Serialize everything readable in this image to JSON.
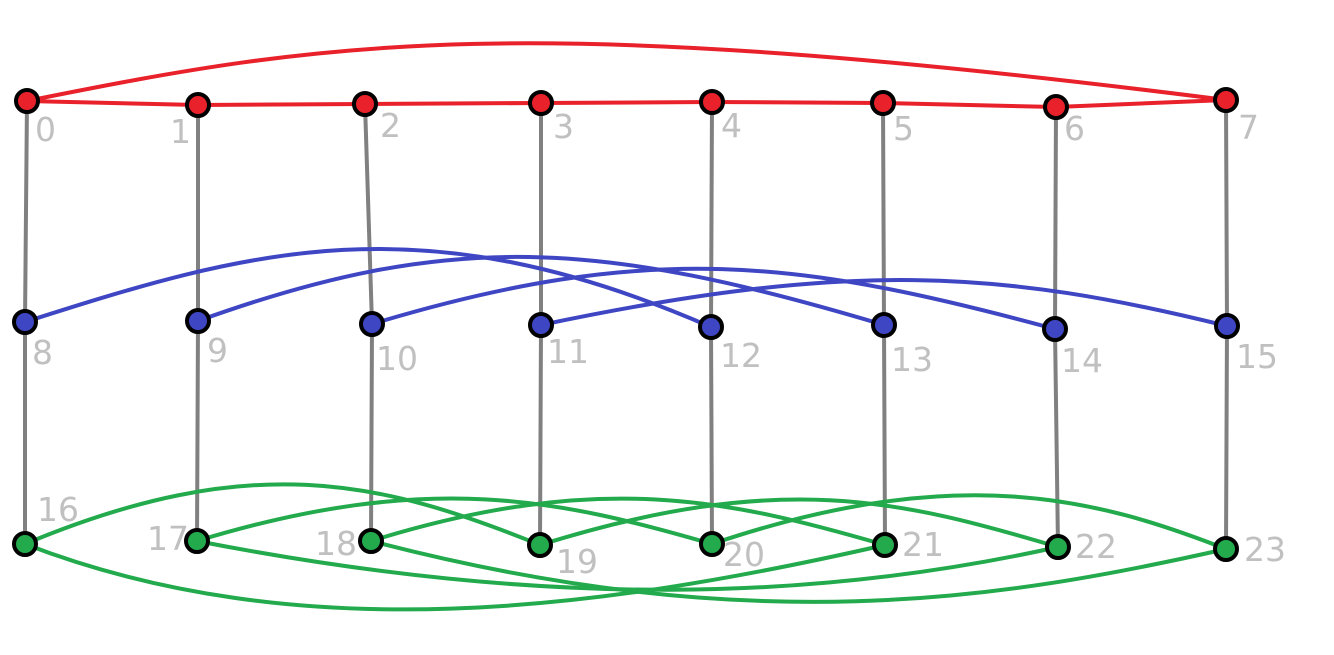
{
  "colors": {
    "red": "#e8212b",
    "blue": "#3f46c4",
    "green": "#22aa4c",
    "gray": "#808080",
    "label": "#c0c0c0"
  },
  "nodes": [
    {
      "id": 0,
      "label": "0",
      "color": "red"
    },
    {
      "id": 1,
      "label": "1",
      "color": "red"
    },
    {
      "id": 2,
      "label": "2",
      "color": "red"
    },
    {
      "id": 3,
      "label": "3",
      "color": "red"
    },
    {
      "id": 4,
      "label": "4",
      "color": "red"
    },
    {
      "id": 5,
      "label": "5",
      "color": "red"
    },
    {
      "id": 6,
      "label": "6",
      "color": "red"
    },
    {
      "id": 7,
      "label": "7",
      "color": "red"
    },
    {
      "id": 8,
      "label": "8",
      "color": "blue"
    },
    {
      "id": 9,
      "label": "9",
      "color": "blue"
    },
    {
      "id": 10,
      "label": "10",
      "color": "blue"
    },
    {
      "id": 11,
      "label": "11",
      "color": "blue"
    },
    {
      "id": 12,
      "label": "12",
      "color": "blue"
    },
    {
      "id": 13,
      "label": "13",
      "color": "blue"
    },
    {
      "id": 14,
      "label": "14",
      "color": "blue"
    },
    {
      "id": 15,
      "label": "15",
      "color": "blue"
    },
    {
      "id": 16,
      "label": "16",
      "color": "green"
    },
    {
      "id": 17,
      "label": "17",
      "color": "green"
    },
    {
      "id": 18,
      "label": "18",
      "color": "green"
    },
    {
      "id": 19,
      "label": "19",
      "color": "green"
    },
    {
      "id": 20,
      "label": "20",
      "color": "green"
    },
    {
      "id": 21,
      "label": "21",
      "color": "green"
    },
    {
      "id": 22,
      "label": "22",
      "color": "green"
    },
    {
      "id": 23,
      "label": "23",
      "color": "green"
    }
  ],
  "edges": [
    {
      "from": 0,
      "to": 1,
      "color": "red"
    },
    {
      "from": 1,
      "to": 2,
      "color": "red"
    },
    {
      "from": 2,
      "to": 3,
      "color": "red"
    },
    {
      "from": 3,
      "to": 4,
      "color": "red"
    },
    {
      "from": 4,
      "to": 5,
      "color": "red"
    },
    {
      "from": 5,
      "to": 6,
      "color": "red"
    },
    {
      "from": 6,
      "to": 7,
      "color": "red"
    },
    {
      "from": 0,
      "to": 7,
      "color": "red"
    },
    {
      "from": 0,
      "to": 8,
      "color": "gray"
    },
    {
      "from": 1,
      "to": 9,
      "color": "gray"
    },
    {
      "from": 2,
      "to": 10,
      "color": "gray"
    },
    {
      "from": 3,
      "to": 11,
      "color": "gray"
    },
    {
      "from": 4,
      "to": 12,
      "color": "gray"
    },
    {
      "from": 5,
      "to": 13,
      "color": "gray"
    },
    {
      "from": 6,
      "to": 14,
      "color": "gray"
    },
    {
      "from": 7,
      "to": 15,
      "color": "gray"
    },
    {
      "from": 8,
      "to": 16,
      "color": "gray"
    },
    {
      "from": 9,
      "to": 17,
      "color": "gray"
    },
    {
      "from": 10,
      "to": 18,
      "color": "gray"
    },
    {
      "from": 11,
      "to": 19,
      "color": "gray"
    },
    {
      "from": 12,
      "to": 20,
      "color": "gray"
    },
    {
      "from": 13,
      "to": 21,
      "color": "gray"
    },
    {
      "from": 14,
      "to": 22,
      "color": "gray"
    },
    {
      "from": 15,
      "to": 23,
      "color": "gray"
    },
    {
      "from": 8,
      "to": 12,
      "color": "blue"
    },
    {
      "from": 9,
      "to": 13,
      "color": "blue"
    },
    {
      "from": 10,
      "to": 14,
      "color": "blue"
    },
    {
      "from": 11,
      "to": 15,
      "color": "blue"
    },
    {
      "from": 16,
      "to": 19,
      "color": "green"
    },
    {
      "from": 16,
      "to": 21,
      "color": "green"
    },
    {
      "from": 17,
      "to": 20,
      "color": "green"
    },
    {
      "from": 17,
      "to": 22,
      "color": "green"
    },
    {
      "from": 18,
      "to": 21,
      "color": "green"
    },
    {
      "from": 18,
      "to": 23,
      "color": "green"
    },
    {
      "from": 19,
      "to": 22,
      "color": "green"
    },
    {
      "from": 20,
      "to": 23,
      "color": "green"
    }
  ]
}
